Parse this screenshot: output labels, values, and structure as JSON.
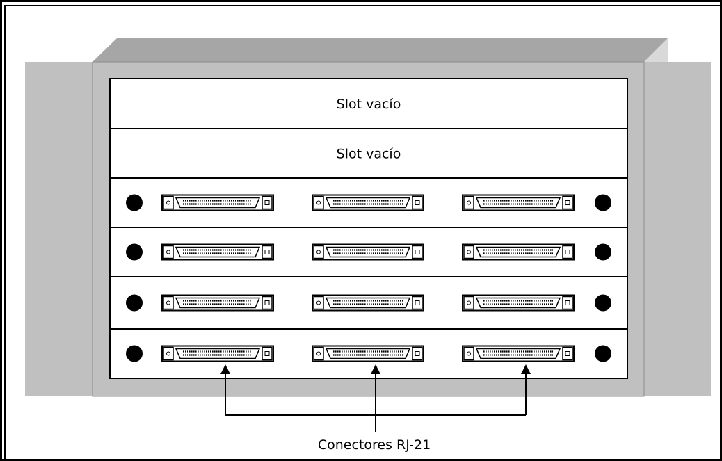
{
  "slots": [
    {
      "type": "empty",
      "label": "Slot vacío"
    },
    {
      "type": "empty",
      "label": "Slot vacío"
    },
    {
      "type": "card",
      "connectors": 3
    },
    {
      "type": "card",
      "connectors": 3
    },
    {
      "type": "card",
      "connectors": 3
    },
    {
      "type": "card",
      "connectors": 3
    }
  ],
  "callout": {
    "label": "Conectores RJ-21"
  },
  "colors": {
    "chassis": "#c0c0c0",
    "chassis_top": "#a6a6a6",
    "chassis_side": "#d9d9d9",
    "panel": "#ffffff",
    "ink": "#000000"
  }
}
